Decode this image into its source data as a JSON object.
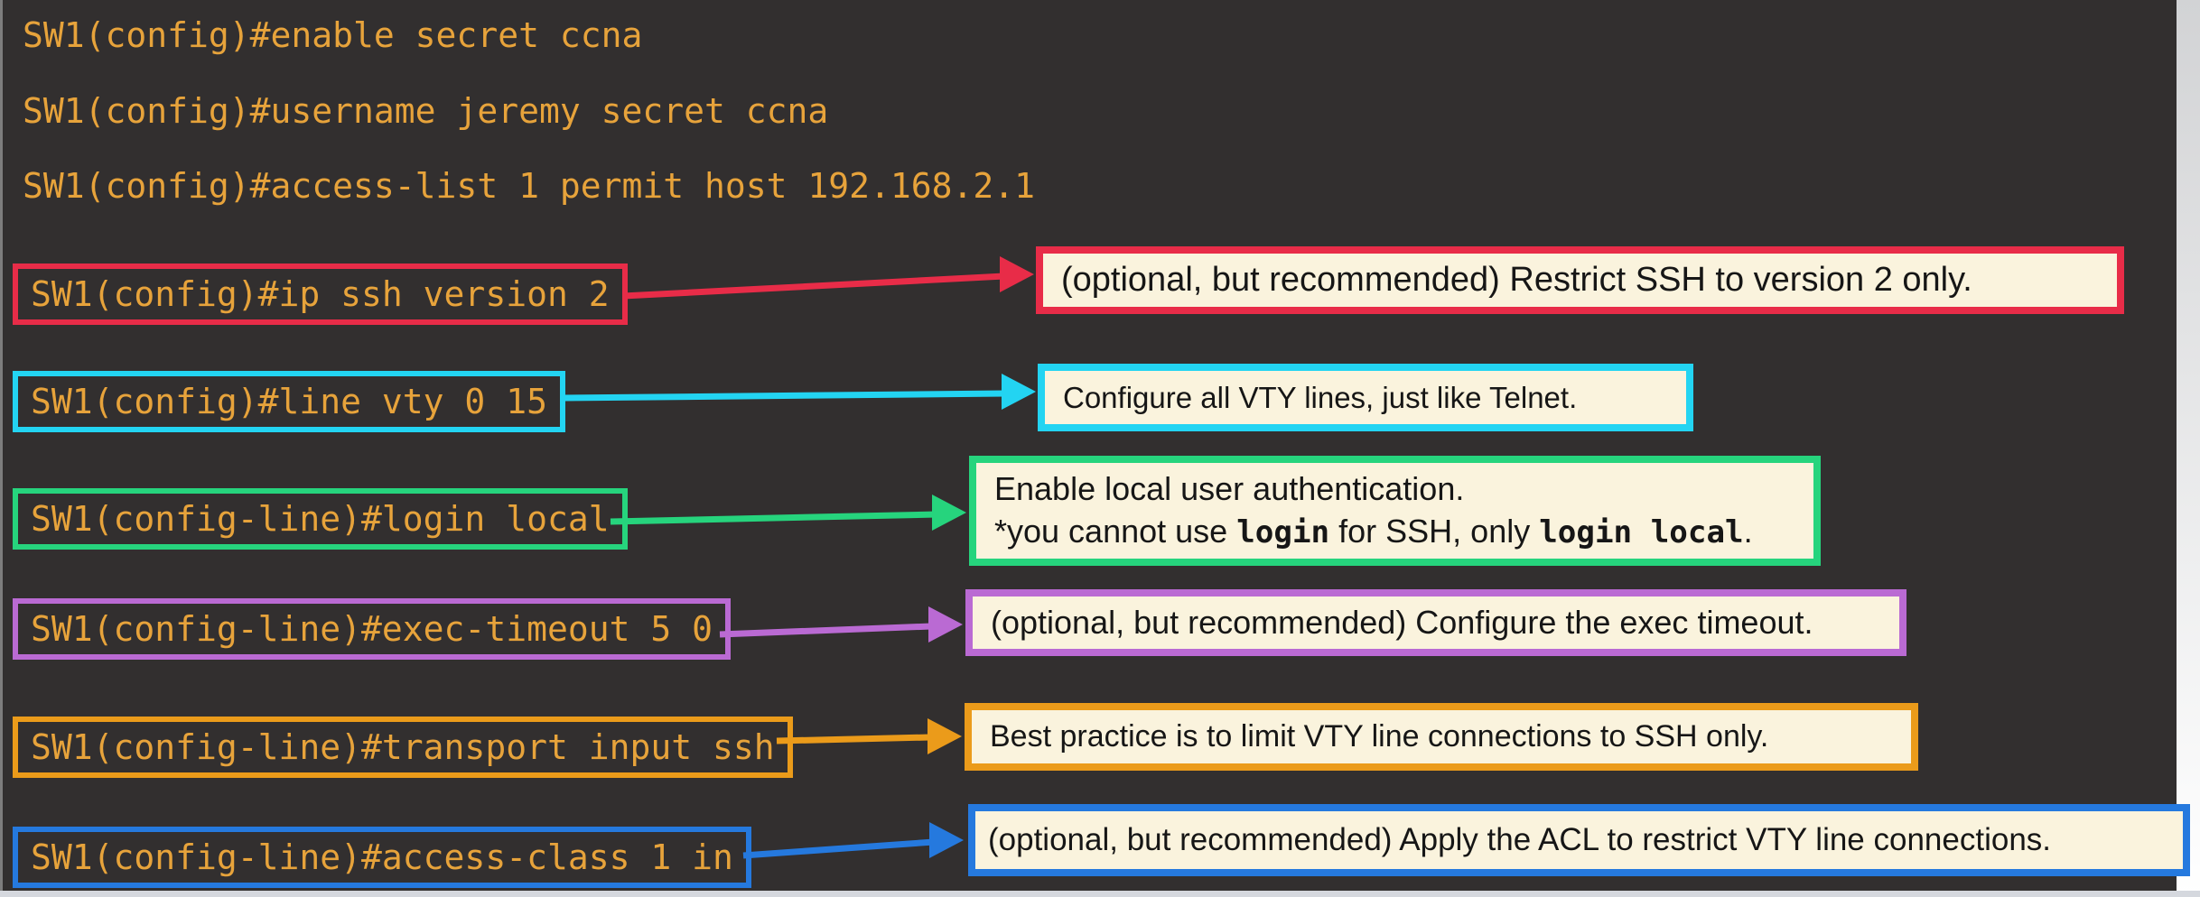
{
  "colors": {
    "background": "#322f2f",
    "command_text": "#e7a33b",
    "callout_bg": "#faf3dd",
    "callout_text": "#161616",
    "left_edge": "#7d7d7d",
    "bottom_edge": "#d5d8de"
  },
  "terminal": {
    "lines": [
      "SW1(config)#enable secret ccna",
      "SW1(config)#username jeremy secret ccna",
      "SW1(config)#access-list 1 permit host 192.168.2.1"
    ]
  },
  "rows": [
    {
      "command": "SW1(config)#ip ssh version 2",
      "accent": "#e82c48",
      "note": "(optional, but recommended) Restrict SSH to version 2 only."
    },
    {
      "command": "SW1(config)#line vty 0 15",
      "accent": "#23d4f2",
      "note": "Configure all VTY lines, just like Telnet."
    },
    {
      "command": "SW1(config-line)#login local",
      "accent": "#26d47d",
      "note_line1": "Enable local user authentication.",
      "note_line2": {
        "prefix": "*you cannot use ",
        "code1": "login",
        "mid": " for SSH, only ",
        "code2": "login local",
        "suffix": "."
      }
    },
    {
      "command": "SW1(config-line)#exec-timeout 5 0",
      "accent": "#ba6ad3",
      "note": "(optional, but recommended) Configure the exec timeout."
    },
    {
      "command": "SW1(config-line)#transport input ssh",
      "accent": "#eb9b1a",
      "note": "Best practice is to limit VTY line connections to SSH only."
    },
    {
      "command": "SW1(config-line)#access-class 1 in",
      "accent": "#2579de",
      "note": "(optional, but recommended) Apply the ACL to restrict VTY line connections."
    }
  ]
}
